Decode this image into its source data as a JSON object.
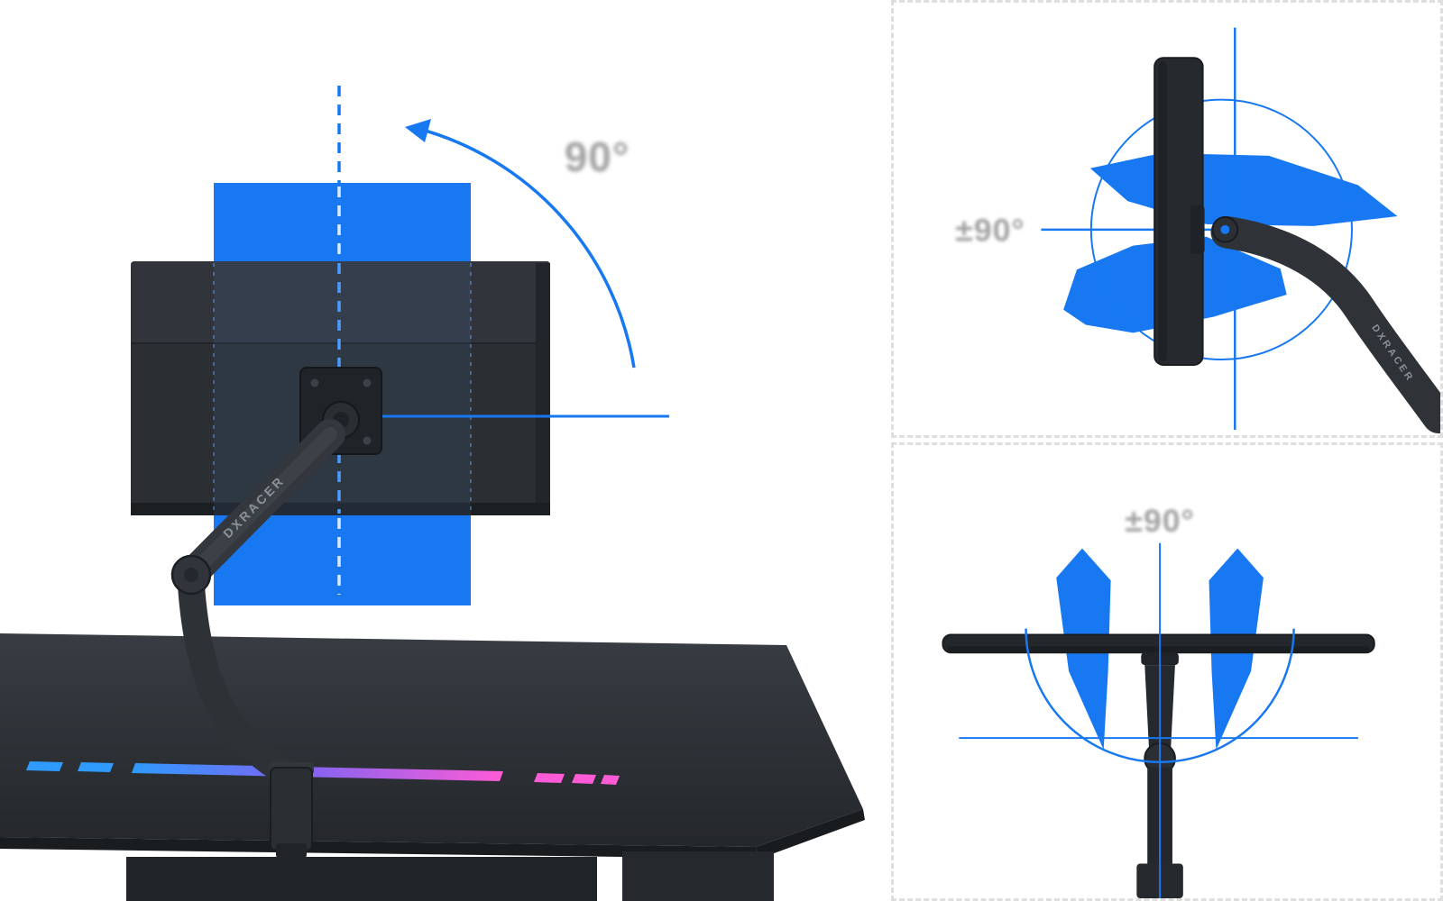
{
  "colors": {
    "accent_blue": "#1778F2",
    "label_gray": "#A3A3A3",
    "panel_border": "#DEDEDE",
    "strip_blue": "#2F9BFF",
    "strip_purple": "#7E64F2",
    "strip_pink": "#FF5BD6",
    "monitor_dark": "#2B2E32",
    "desk_dark": "#26292D"
  },
  "panels": {
    "rotation": {
      "angle_label": "90°",
      "brand": "DXRACER"
    },
    "tilt": {
      "angle_label": "±90°",
      "brand": "DXRACER"
    },
    "swivel": {
      "angle_label": "±90°"
    }
  }
}
